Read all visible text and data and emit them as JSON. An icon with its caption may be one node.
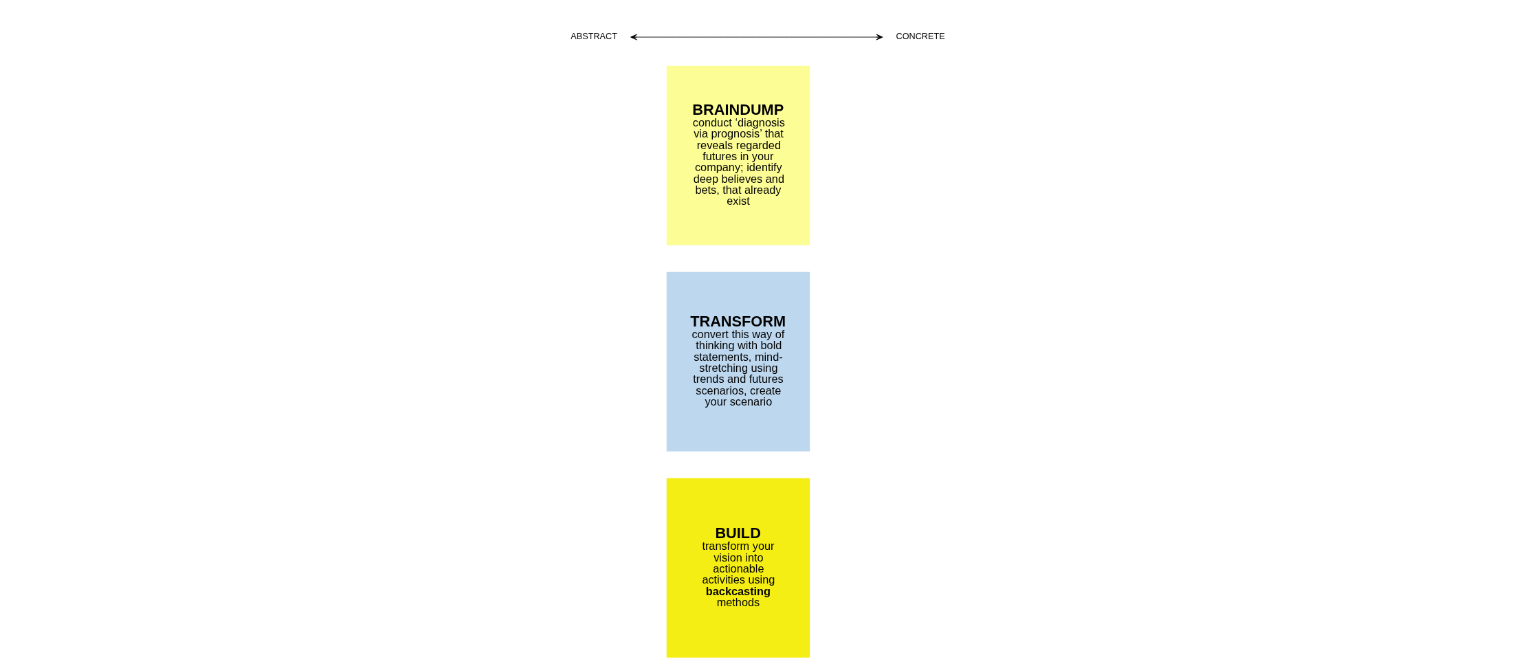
{
  "diagram": {
    "nodes": [
      {
        "text": [
          "BRAINDUMP",
          "conduct ‘diagnosis via prognosis’ that reveals regarded futures in your company; identify deep believes and bets, that already exist"
        ]
      },
      {
        "text": [
          "TRANSFORM",
          "convert this way of thinking with bold statements, mind-stretching using trends and futures scenarios, create your scenario"
        ]
      },
      {
        "text": [
          "BUILD",
          "transform your vision into actionable activities using **backcasting** methods"
        ]
      }
    ],
    "edges": [],
    "labels": [
      "ABSTRACT",
      "CONCRETE"
    ]
  }
}
